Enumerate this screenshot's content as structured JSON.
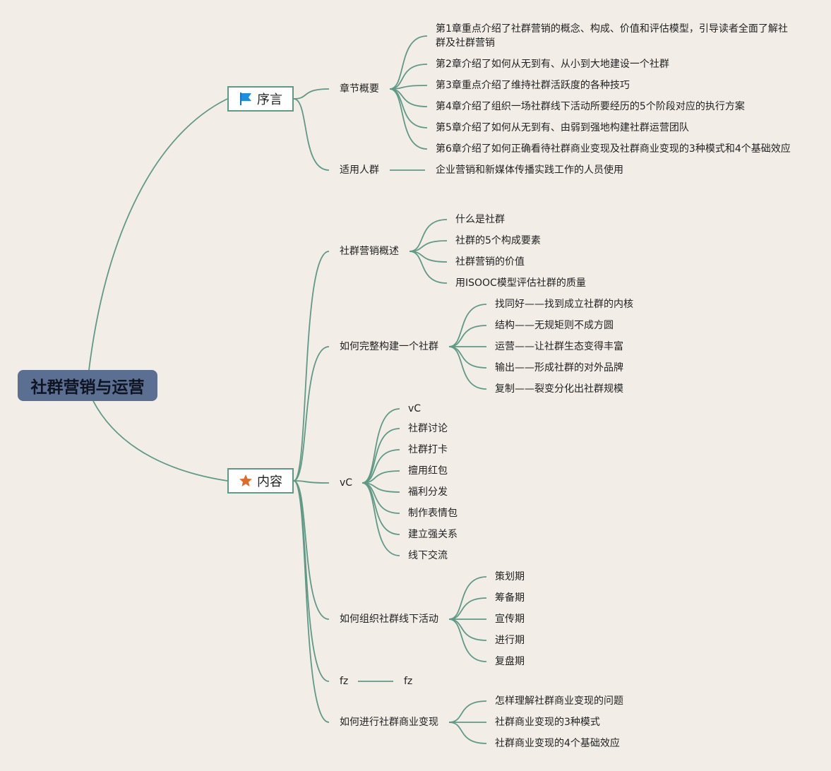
{
  "root": {
    "label": "社群营销与运营"
  },
  "preface": {
    "label": "序言",
    "icon": "flag-icon",
    "chapters": {
      "label": "章节概要",
      "items": [
        "第1章重点介绍了社群营销的概念、构成、价值和评估模型，引导读者全面了解社群及社群营销",
        "第2章介绍了如何从无到有、从小到大地建设一个社群",
        "第3章重点介绍了维持社群活跃度的各种技巧",
        "第4章介绍了组织一场社群线下活动所要经历的5个阶段对应的执行方案",
        "第5章介绍了如何从无到有、由弱到强地构建社群运营团队",
        "第6章介绍了如何正确看待社群商业变现及社群商业变现的3种模式和4个基础效应"
      ]
    },
    "audience": {
      "label": "适用人群",
      "items": [
        "企业营销和新媒体传播实践工作的人员使用"
      ]
    }
  },
  "content": {
    "label": "内容",
    "icon": "star-icon",
    "overview": {
      "label": "社群营销概述",
      "items": [
        "什么是社群",
        "社群的5个构成要素",
        "社群营销的价值",
        "用ISOOC模型评估社群的质量"
      ]
    },
    "build": {
      "label": "如何完整构建一个社群",
      "items": [
        "找同好——找到成立社群的内核",
        "结构——无规矩则不成方圆",
        "运营——让社群生态变得丰富",
        "输出——形成社群的对外品牌",
        "复制——裂变分化出社群规模"
      ]
    },
    "vc": {
      "label": "vC",
      "items": [
        "vC",
        "社群讨论",
        "社群打卡",
        "擅用红包",
        "福利分发",
        "制作表情包",
        "建立强关系",
        "线下交流"
      ]
    },
    "offline": {
      "label": "如何组织社群线下活动",
      "items": [
        "策划期",
        "筹备期",
        "宣传期",
        "进行期",
        "复盘期"
      ]
    },
    "fz": {
      "label": "fz",
      "items": [
        "fz"
      ]
    },
    "monetize": {
      "label": "如何进行社群商业变现",
      "items": [
        "怎样理解社群商业变现的问题",
        "社群商业变现的3种模式",
        "社群商业变现的4个基础效应"
      ]
    }
  },
  "colors": {
    "background": "#f2ede7",
    "line": "#5f9a86",
    "root": "#5b6f93",
    "flag": "#1d8fe0",
    "star": "#e06a2a"
  }
}
